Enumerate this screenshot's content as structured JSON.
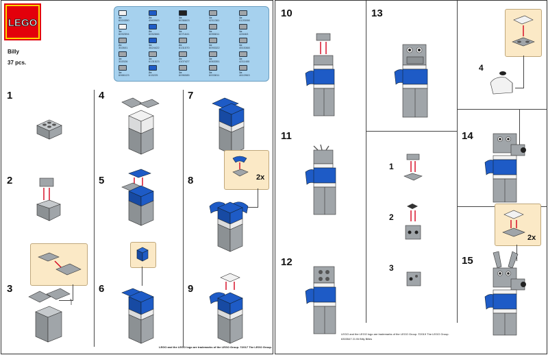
{
  "brand": {
    "logo_text": "LEGO",
    "logo_red": "#e3000b",
    "logo_yellow": "#ffd500"
  },
  "model": {
    "name": "Billy",
    "pieces": "37 pcs."
  },
  "colors": {
    "gray": "#a0a5a9",
    "dark_gray": "#6b6e70",
    "blue": "#1e5bc6",
    "white": "#f2f2f2",
    "callout": "#fbe9c6",
    "inventory_bg": "#a6d1ee",
    "arrow": "#d4001a"
  },
  "inventory": [
    {
      "qty": "4x",
      "id": "6024350",
      "color": "#f2f2f2"
    },
    {
      "qty": "2x",
      "id": "4563983",
      "color": "#1e5bc6"
    },
    {
      "qty": "1x",
      "id": "6036603",
      "color": "#222222"
    },
    {
      "qty": "1x",
      "id": "4211361",
      "color": "#a0a5a9"
    },
    {
      "qty": "1x",
      "id": "6120098",
      "color": "#a0a5a9"
    },
    {
      "qty": "1x",
      "id": "6092594",
      "color": "#f2f2f2"
    },
    {
      "qty": "2x",
      "id": "6052666",
      "color": "#1e5bc6"
    },
    {
      "qty": "1x",
      "id": "6071641",
      "color": "#a0a5a9"
    },
    {
      "qty": "1x",
      "id": "6055811",
      "color": "#a0a5a9"
    },
    {
      "qty": "1x",
      "id": "428463",
      "color": "#a0a5a9"
    },
    {
      "qty": "2x",
      "id": "302601",
      "color": "#a0a5a9"
    },
    {
      "qty": "1x",
      "id": "4624422",
      "color": "#1e5bc6"
    },
    {
      "qty": "2x",
      "id": "6131570",
      "color": "#a0a5a9"
    },
    {
      "qty": "1x",
      "id": "6093322",
      "color": "#a0a5a9"
    },
    {
      "qty": "1x",
      "id": "4515368",
      "color": "#a0a5a9"
    },
    {
      "qty": "1x",
      "id": "302026",
      "color": "#a0a5a9"
    },
    {
      "qty": "1x",
      "id": "6131523",
      "color": "#a0a5a9"
    },
    {
      "qty": "2x",
      "id": "4107427",
      "color": "#a0a5a9"
    },
    {
      "qty": "1x",
      "id": "6063351",
      "color": "#a0a5a9"
    },
    {
      "qty": "1x",
      "id": "4211400",
      "color": "#a0a5a9"
    },
    {
      "qty": "1x",
      "id": "6066123",
      "color": "#a0a5a9"
    },
    {
      "qty": "2x",
      "id": "615225",
      "color": "#1e5bc6"
    },
    {
      "qty": "1x",
      "id": "6096085",
      "color": "#a0a5a9"
    },
    {
      "qty": "1x",
      "id": "6003811",
      "color": "#a0a5a9"
    },
    {
      "qty": "1x",
      "id": "4610963",
      "color": "#a0a5a9"
    }
  ],
  "steps_left": [
    "1",
    "2",
    "3",
    "4",
    "5",
    "6",
    "7",
    "8",
    "9"
  ],
  "steps_right": [
    "10",
    "11",
    "12",
    "13",
    "14",
    "15"
  ],
  "callout_4": "4",
  "substeps": [
    "1",
    "2",
    "3"
  ],
  "multipliers": {
    "step8": "2x",
    "step15": "2x"
  },
  "legal": {
    "left": "LEGO and the LEGO logo are trademarks of the LEGO Group. ©2017 The LEGO Group.",
    "right_line1": "LEGO and the LEGO logo are trademarks of the LEGO Group. ©2019 The LEGO Group.",
    "right_line2": "6303547  21 BI Billy Billes"
  }
}
